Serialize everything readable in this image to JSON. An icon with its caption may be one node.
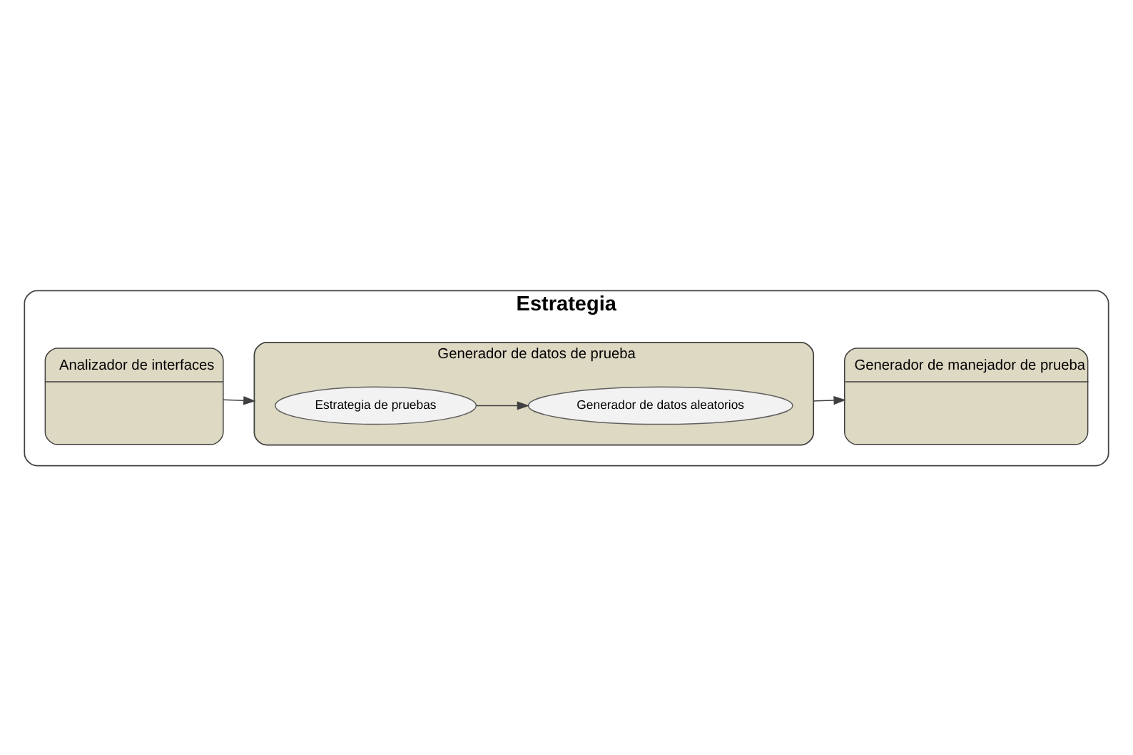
{
  "diagram": {
    "nodes": [
      {
        "text": [
          "Estrategia"
        ]
      },
      {
        "text": [
          "Analizador de interfaces"
        ],
        "in": 0
      },
      {
        "text": [
          "Generador de datos de prueba"
        ],
        "in": 0
      },
      {
        "text": [
          "Estrategia de pruebas"
        ],
        "in": 2
      },
      {
        "text": [
          "Generador de datos aleatorios"
        ],
        "in": 2
      },
      {
        "text": [
          "Generador de manejador de prueba"
        ],
        "in": 0
      }
    ],
    "edges": [
      {
        "from": 1,
        "to": 2,
        "arrow": "to"
      },
      {
        "from": 3,
        "to": 4,
        "arrow": "to"
      },
      {
        "from": 2,
        "to": 5,
        "arrow": "to"
      }
    ]
  }
}
